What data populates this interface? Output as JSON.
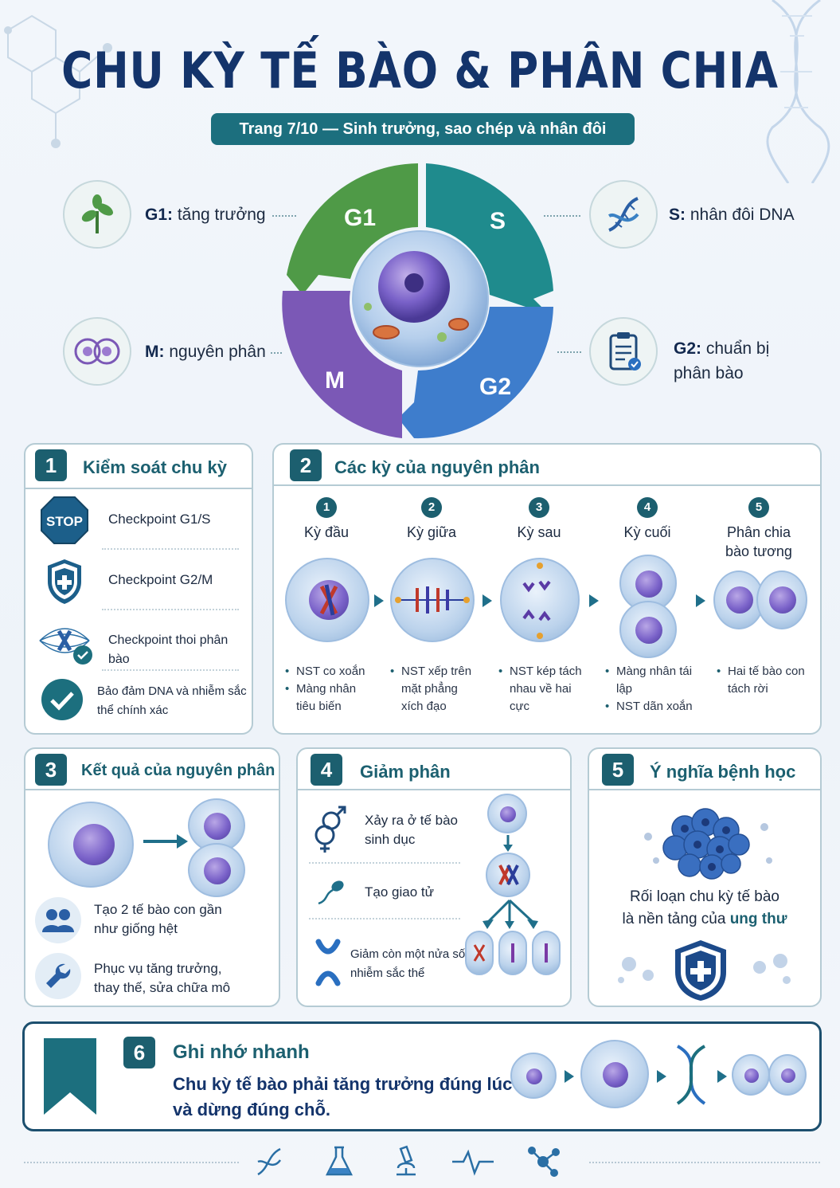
{
  "header": {
    "title": "CHU KỲ TẾ BÀO & PHÂN CHIA",
    "subtitle": "Trang 7/10 — Sinh trưởng, sao chép và nhân đôi"
  },
  "cycle": {
    "segments": [
      "G1",
      "S",
      "G2",
      "M"
    ],
    "colors": {
      "G1": "#4f9a47",
      "S": "#1f8b8d",
      "G2": "#3e7dcc",
      "M": "#7b58b6"
    },
    "phases": [
      {
        "key": "G1:",
        "text": " tăng trưởng",
        "icon": "plant-icon"
      },
      {
        "key": "S:",
        "text": " nhân đôi DNA",
        "icon": "dna-icon"
      },
      {
        "key": "M:",
        "text": " nguyên phân",
        "icon": "dividing-cells-icon"
      },
      {
        "key": "G2:",
        "text": " chuẩn bị",
        "text2": "phân bào",
        "icon": "clipboard-check-icon"
      }
    ]
  },
  "panel1": {
    "num": "1",
    "title": "Kiểm soát chu kỳ",
    "stop_text": "STOP",
    "items": [
      {
        "text": "Checkpoint G1/S",
        "icon": "stop-sign-icon"
      },
      {
        "text": "Checkpoint G2/M",
        "icon": "shield-plus-icon"
      },
      {
        "text": "Checkpoint thoi phân bào",
        "icon": "spindle-check-icon"
      },
      {
        "text": "Bảo đảm DNA và nhiễm sắc",
        "text2": "thể chính xác",
        "icon": "check-circle-icon"
      }
    ]
  },
  "panel2": {
    "num": "2",
    "title": "Các kỳ của nguyên phân",
    "stages": [
      {
        "n": "1",
        "name": "Kỳ đầu",
        "bullets": [
          "NST co xoắn",
          "Màng nhân tiêu biến"
        ]
      },
      {
        "n": "2",
        "name": "Kỳ giữa",
        "bullets": [
          "NST xếp trên mặt phẳng xích đạo"
        ]
      },
      {
        "n": "3",
        "name": "Kỳ sau",
        "bullets": [
          "NST kép tách nhau về hai cực"
        ]
      },
      {
        "n": "4",
        "name": "Kỳ cuối",
        "bullets": [
          "Màng nhân tái lập",
          "NST dãn xoắn"
        ]
      },
      {
        "n": "5",
        "name": "Phân chia",
        "name2": "bào tương",
        "bullets": [
          "Hai tế bào con tách rời"
        ]
      }
    ]
  },
  "panel3": {
    "num": "3",
    "title": "Kết quả của nguyên phân",
    "items": [
      {
        "text": "Tạo 2 tế bào con gần",
        "text2": "như giống hệt",
        "icon": "people-icon"
      },
      {
        "text": "Phục vụ tăng trưởng,",
        "text2": "thay thế, sửa chữa mô",
        "icon": "wrench-icon"
      }
    ]
  },
  "panel4": {
    "num": "4",
    "title": "Giảm phân",
    "items": [
      {
        "text": "Xảy ra ở tế bào",
        "text2": "sinh dục",
        "icon": "gender-icon"
      },
      {
        "text": "Tạo giao tử",
        "icon": "sperm-icon"
      },
      {
        "text": "Giảm còn một nửa số",
        "text2": "nhiễm sắc thể",
        "icon": "chromosome-icon"
      }
    ]
  },
  "panel5": {
    "num": "5",
    "title": "Ý nghĩa bệnh học",
    "line1": "Rối loạn chu kỳ tế bào",
    "line2": "là nền tảng của ",
    "highlight": "ung thư",
    "highlight_color": "#1c6f7e"
  },
  "panel6": {
    "num": "6",
    "title": "Ghi nhớ nhanh",
    "line1": "Chu kỳ tế bào phải tăng trưởng đúng lúc",
    "line2": "và dừng đúng chỗ."
  },
  "footer": {
    "icons": [
      "dna-icon",
      "flask-icon",
      "microscope-icon",
      "heartbeat-icon",
      "molecule-icon"
    ]
  }
}
